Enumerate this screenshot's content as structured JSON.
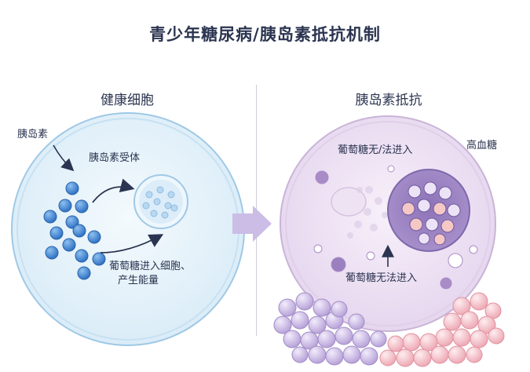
{
  "title": "青少年糖尿病/胰岛素抵抗机制",
  "left_panel": {
    "title": "健康细胞",
    "insulin_label": "胰岛素",
    "receptor_label": "胰岛素受体",
    "glucose_enter_line1": "葡萄糖进入细胞、",
    "glucose_enter_line2": "产生能量"
  },
  "right_panel": {
    "title": "胰岛素抵抗",
    "glucose_blocked_top": "葡萄糖无/法进入",
    "high_sugar_label": "高血糖",
    "glucose_blocked_bottom": "葡萄糖无法进入"
  },
  "colors": {
    "healthy_cell_fill": "#e6f3fb",
    "healthy_cell_border": "#9fc9e6",
    "insulin_dot": "#3b83d4",
    "resistant_cell_fill": "#f1e8f5",
    "resistant_cell_border": "#c9b4d6",
    "fat_purple": "#c9b5e4",
    "fat_pink": "#f6c1c9",
    "arrow": "#cbbde6"
  }
}
